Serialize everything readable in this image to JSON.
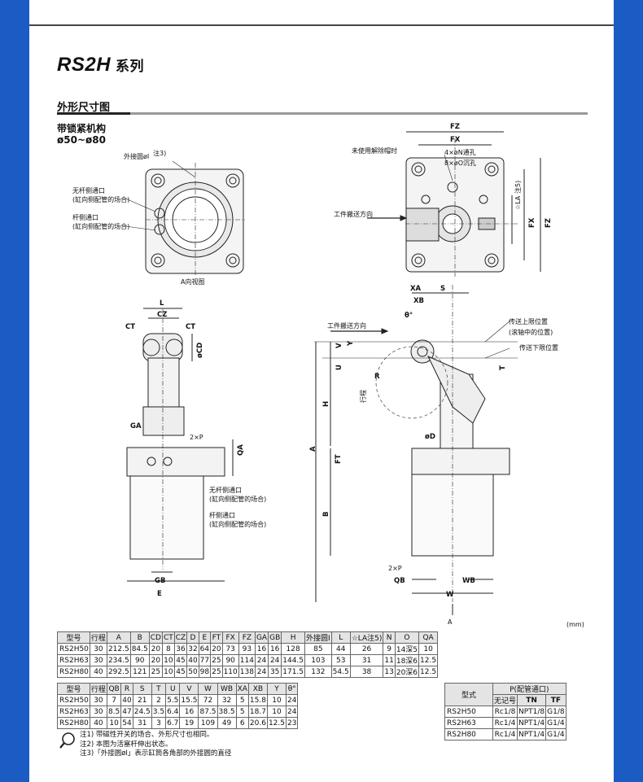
{
  "header": {
    "series": "RS2H",
    "series_suffix": "系列"
  },
  "section": {
    "title": "外形尺寸图",
    "subtitle": "带锁紧机构",
    "bore_range": "ø50~ø80"
  },
  "drawing_labels": {
    "outer_circle": "外接圆øI",
    "note3": "注3)",
    "rod_less_port": "无杆侧通口",
    "rod_less_port_sub": "(缸向侧配管的场合)",
    "rod_port": "杆侧通口",
    "rod_port_sub": "(缸向侧配管的场合)",
    "view_a": "A向视图",
    "unused_plug": "未使用解除帽时",
    "thru_hole": "4×øN通孔",
    "counterbore": "8×øO沉孔",
    "la": "☆LA",
    "note5": "注5)",
    "work_dir": "工件搬送方向",
    "work_dir2": "工件搬送方向",
    "upper_limit": "传送上限位置",
    "upper_limit_sub": "(滚轴中的位置)",
    "lower_limit": "传送下限位置",
    "stroke": "行程",
    "two_p": "2×P",
    "two_p2": "2×P",
    "dim_fz": "FZ",
    "dim_fx": "FX",
    "dim_l": "L",
    "dim_cz": "CZ",
    "dim_ct": "CT",
    "dim_ct2": "CT",
    "dim_cd": "øCD",
    "dim_ga": "GA",
    "dim_qa": "QA",
    "dim_gb": "GB",
    "dim_e": "E",
    "dim_xa": "XA",
    "dim_xb": "XB",
    "dim_s": "S",
    "dim_theta": "θ°",
    "dim_v": "V",
    "dim_y": "Y",
    "dim_u": "U",
    "dim_r": "R",
    "dim_h": "H",
    "dim_a": "A",
    "dim_ft": "FT",
    "dim_b": "B",
    "dim_d": "øD",
    "dim_t": "T",
    "dim_qb": "QB",
    "dim_wb": "WB",
    "dim_w": "W",
    "arrow_a": "A"
  },
  "unit": "(mm)",
  "table1": {
    "headers": [
      "型号",
      "行程",
      "A",
      "B",
      "CD",
      "CT",
      "CZ",
      "D",
      "E",
      "FT",
      "FX",
      "FZ",
      "GA",
      "GB",
      "H",
      "外接圆I",
      "L",
      "☆LA注5)",
      "N",
      "O",
      "QA"
    ],
    "rows": [
      [
        "RS2H50",
        "30",
        "212.5",
        "84.5",
        "20",
        "8",
        "36",
        "32",
        "64",
        "20",
        "73",
        "93",
        "16",
        "16",
        "128",
        "85",
        "44",
        "26",
        "9",
        "14深5",
        "10"
      ],
      [
        "RS2H63",
        "30",
        "234.5",
        "90",
        "20",
        "10",
        "45",
        "40",
        "77",
        "25",
        "90",
        "114",
        "24",
        "24",
        "144.5",
        "103",
        "53",
        "31",
        "11",
        "18深6",
        "12.5"
      ],
      [
        "RS2H80",
        "40",
        "292.5",
        "121",
        "25",
        "10",
        "45",
        "50",
        "98",
        "25",
        "110",
        "138",
        "24",
        "35",
        "171.5",
        "132",
        "54.5",
        "38",
        "13",
        "20深6",
        "12.5"
      ]
    ]
  },
  "table2": {
    "headers": [
      "型号",
      "行程",
      "QB",
      "R",
      "S",
      "T",
      "U",
      "V",
      "W",
      "WB",
      "XA",
      "XB",
      "Y",
      "θ°"
    ],
    "rows": [
      [
        "RS2H50",
        "30",
        "7",
        "40",
        "21",
        "2",
        "5.5",
        "15.5",
        "72",
        "32",
        "5",
        "15.8",
        "10",
        "24"
      ],
      [
        "RS2H63",
        "30",
        "8.5",
        "47",
        "24.5",
        "3.5",
        "6.4",
        "16",
        "87.5",
        "38.5",
        "5",
        "18.7",
        "10",
        "24"
      ],
      [
        "RS2H80",
        "40",
        "10",
        "54",
        "31",
        "3",
        "6.7",
        "19",
        "109",
        "49",
        "6",
        "20.6",
        "12.5",
        "23"
      ]
    ]
  },
  "table3": {
    "header_model": "型式",
    "header_p": "P(配管通口)",
    "sub_headers": [
      "无记号",
      "TN",
      "TF"
    ],
    "rows": [
      [
        "RS2H50",
        "Rc1/8",
        "NPT1/8",
        "G1/8"
      ],
      [
        "RS2H63",
        "Rc1/4",
        "NPT1/4",
        "G1/4"
      ],
      [
        "RS2H80",
        "Rc1/4",
        "NPT1/4",
        "G1/4"
      ]
    ]
  },
  "notes": [
    "注1) 带磁性开关的场合、外形尺寸也相同。",
    "注2) 本图为活塞杆伸出状态。",
    "注3)「外接圆øI」表示缸筒各角部的外接圆的直径"
  ]
}
